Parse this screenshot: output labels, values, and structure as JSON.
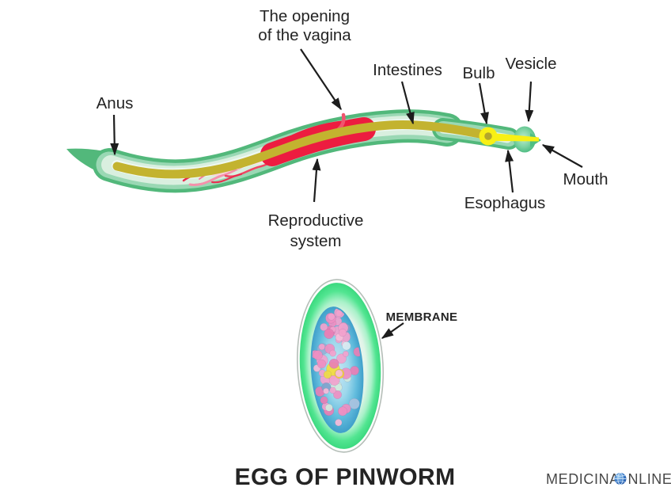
{
  "figure": {
    "worm": {
      "labels": {
        "vagina": {
          "line1": "The opening",
          "line2": "of the vagina"
        },
        "anus": {
          "text": "Anus"
        },
        "intestines": {
          "text": "Intestines"
        },
        "bulb": {
          "text": "Bulb"
        },
        "vesicle": {
          "text": "Vesicle"
        },
        "mouth": {
          "text": "Mouth"
        },
        "esophagus": {
          "text": "Esophagus"
        },
        "reproductive": {
          "line1": "Reproductive",
          "line2": "system"
        }
      }
    },
    "egg": {
      "membrane_label": "MEMBRANE",
      "title": "EGG OF PINWORM"
    },
    "watermark": {
      "prefix": "MEDICINA",
      "suffix": "NLINE",
      "o_icon": "globe-icon"
    },
    "colors": {
      "body_green": "#52b87b",
      "body_light": "#eef8f1",
      "intestine_olive": "#c3b32f",
      "esophagus_yellow": "#f8f015",
      "reproductive_red": "#ed1c40",
      "egg_green": "#3bd97f",
      "egg_blue": "#4aa9d3",
      "cell_pink": "#f0a5ce",
      "label_black": "#242424"
    }
  }
}
